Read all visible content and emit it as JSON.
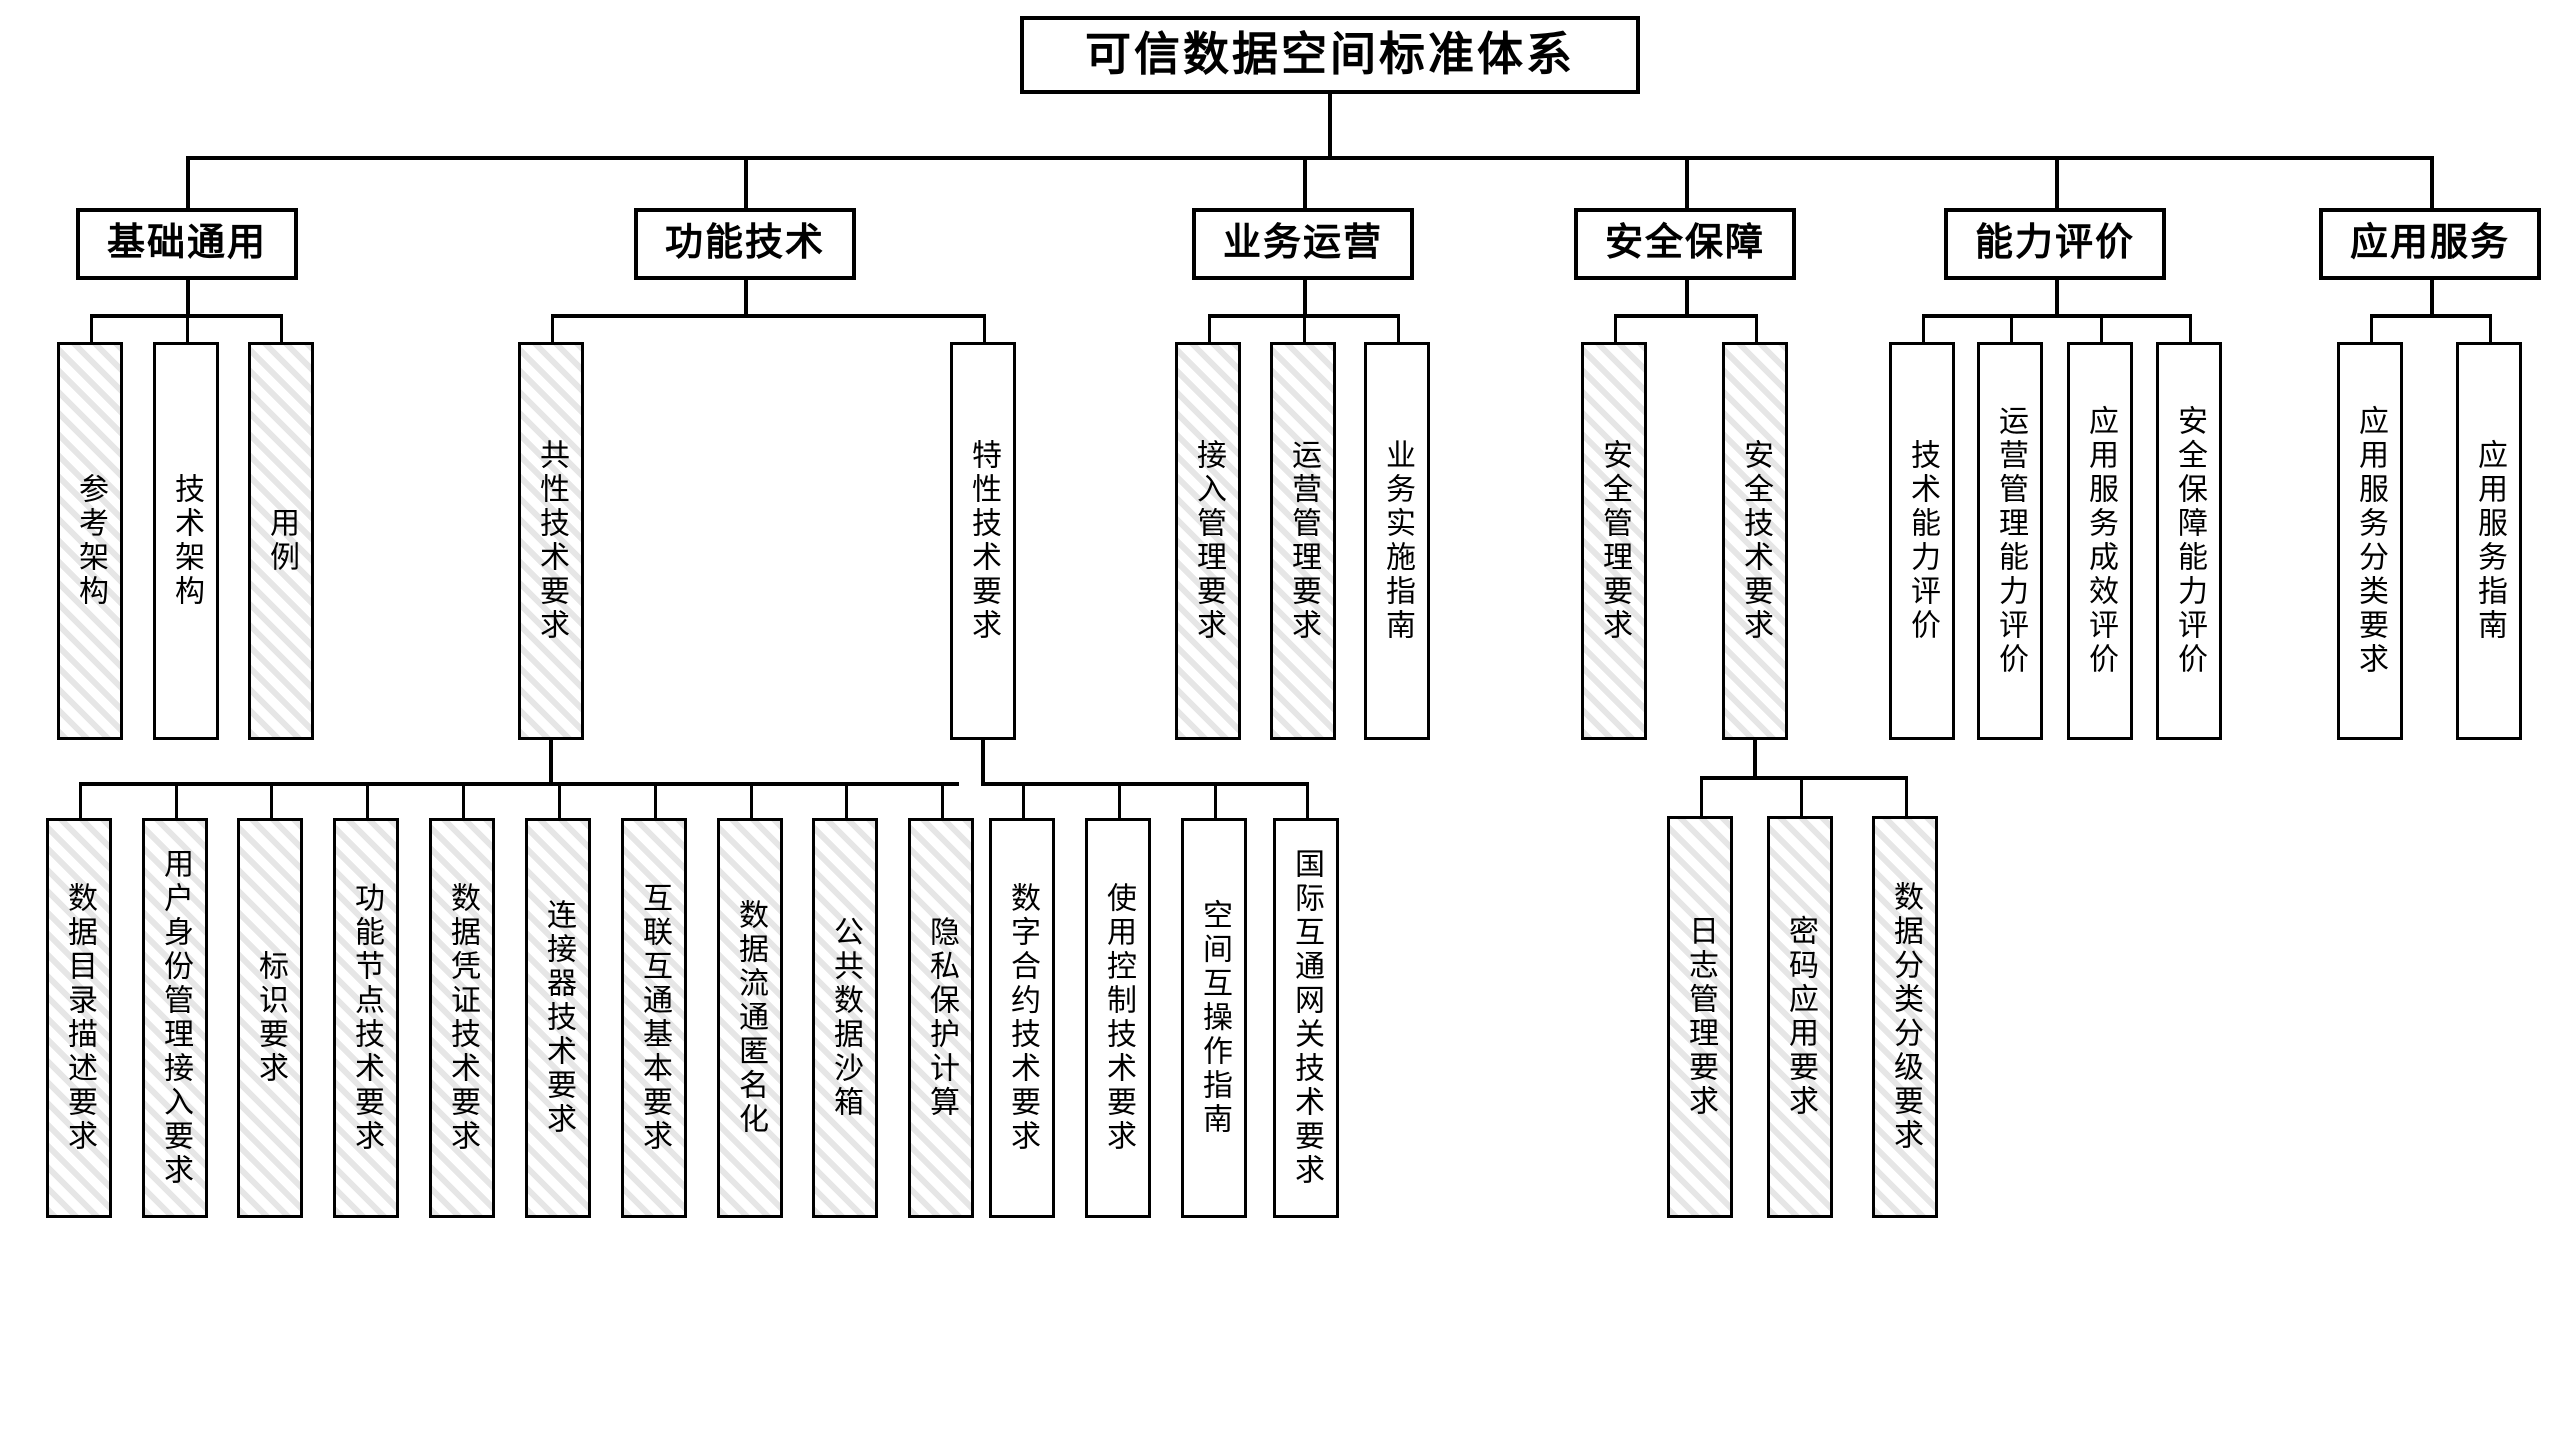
{
  "diagram": {
    "title": "可信数据空间标准体系",
    "root": {
      "label": "可信数据空间标准体系"
    },
    "categories": [
      {
        "label": "基础通用"
      },
      {
        "label": "功能技术"
      },
      {
        "label": "业务运营"
      },
      {
        "label": "安全保障"
      },
      {
        "label": "能力评价"
      },
      {
        "label": "应用服务"
      }
    ],
    "level3": {
      "jichutongyong": [
        {
          "label": "参考架构",
          "hatched": true
        },
        {
          "label": "技术架构",
          "hatched": false
        },
        {
          "label": "用例",
          "hatched": true
        }
      ],
      "gongnengjishu": [
        {
          "label": "共性技术要求",
          "hatched": true
        },
        {
          "label": "特性技术要求",
          "hatched": false
        }
      ],
      "yewuyunying": [
        {
          "label": "接入管理要求",
          "hatched": true
        },
        {
          "label": "运营管理要求",
          "hatched": true
        },
        {
          "label": "业务实施指南",
          "hatched": false
        }
      ],
      "anquanbaozhang": [
        {
          "label": "安全管理要求",
          "hatched": true
        },
        {
          "label": "安全技术要求",
          "hatched": true
        }
      ],
      "nenglipingjia": [
        {
          "label": "技术能力评价",
          "hatched": false
        },
        {
          "label": "运营管理能力评价",
          "hatched": false
        },
        {
          "label": "应用服务成效评价",
          "hatched": false
        },
        {
          "label": "安全保障能力评价",
          "hatched": false
        }
      ],
      "yingyongfuwu": [
        {
          "label": "应用服务分类要求",
          "hatched": false
        },
        {
          "label": "应用服务指南",
          "hatched": false
        }
      ]
    },
    "level4": {
      "gongxing_jishu_yaoqiu": [
        {
          "label": "数据目录描述要求",
          "hatched": true
        },
        {
          "label": "用户身份管理接入要求",
          "hatched": true
        },
        {
          "label": "标识要求",
          "hatched": true
        },
        {
          "label": "功能节点技术要求",
          "hatched": true
        },
        {
          "label": "数据凭证技术要求",
          "hatched": true
        },
        {
          "label": "连接器技术要求",
          "hatched": true
        },
        {
          "label": "互联互通基本要求",
          "hatched": true
        },
        {
          "label": "数据流通匿名化",
          "hatched": true
        },
        {
          "label": "公共数据沙箱",
          "hatched": true
        },
        {
          "label": "隐私保护计算",
          "hatched": true
        }
      ],
      "texing_jishu_yaoqiu": [
        {
          "label": "数字合约技术要求",
          "hatched": false
        },
        {
          "label": "使用控制技术要求",
          "hatched": false
        },
        {
          "label": "空间互操作指南",
          "hatched": false
        },
        {
          "label": "国际互通网关技术要求",
          "hatched": false
        }
      ],
      "anquan_jishu_yaoqiu": [
        {
          "label": "日志管理要求",
          "hatched": true
        },
        {
          "label": "密码应用要求",
          "hatched": true
        },
        {
          "label": "数据分类分级要求",
          "hatched": true
        }
      ]
    },
    "legend": {
      "hatched_meaning": "hatched-fill",
      "plain_meaning": "plain-fill"
    },
    "colors": {
      "line": "#000000",
      "box_fill": "#ffffff",
      "hatch_fill": "#e6e6e6",
      "background": "#ffffff"
    }
  }
}
